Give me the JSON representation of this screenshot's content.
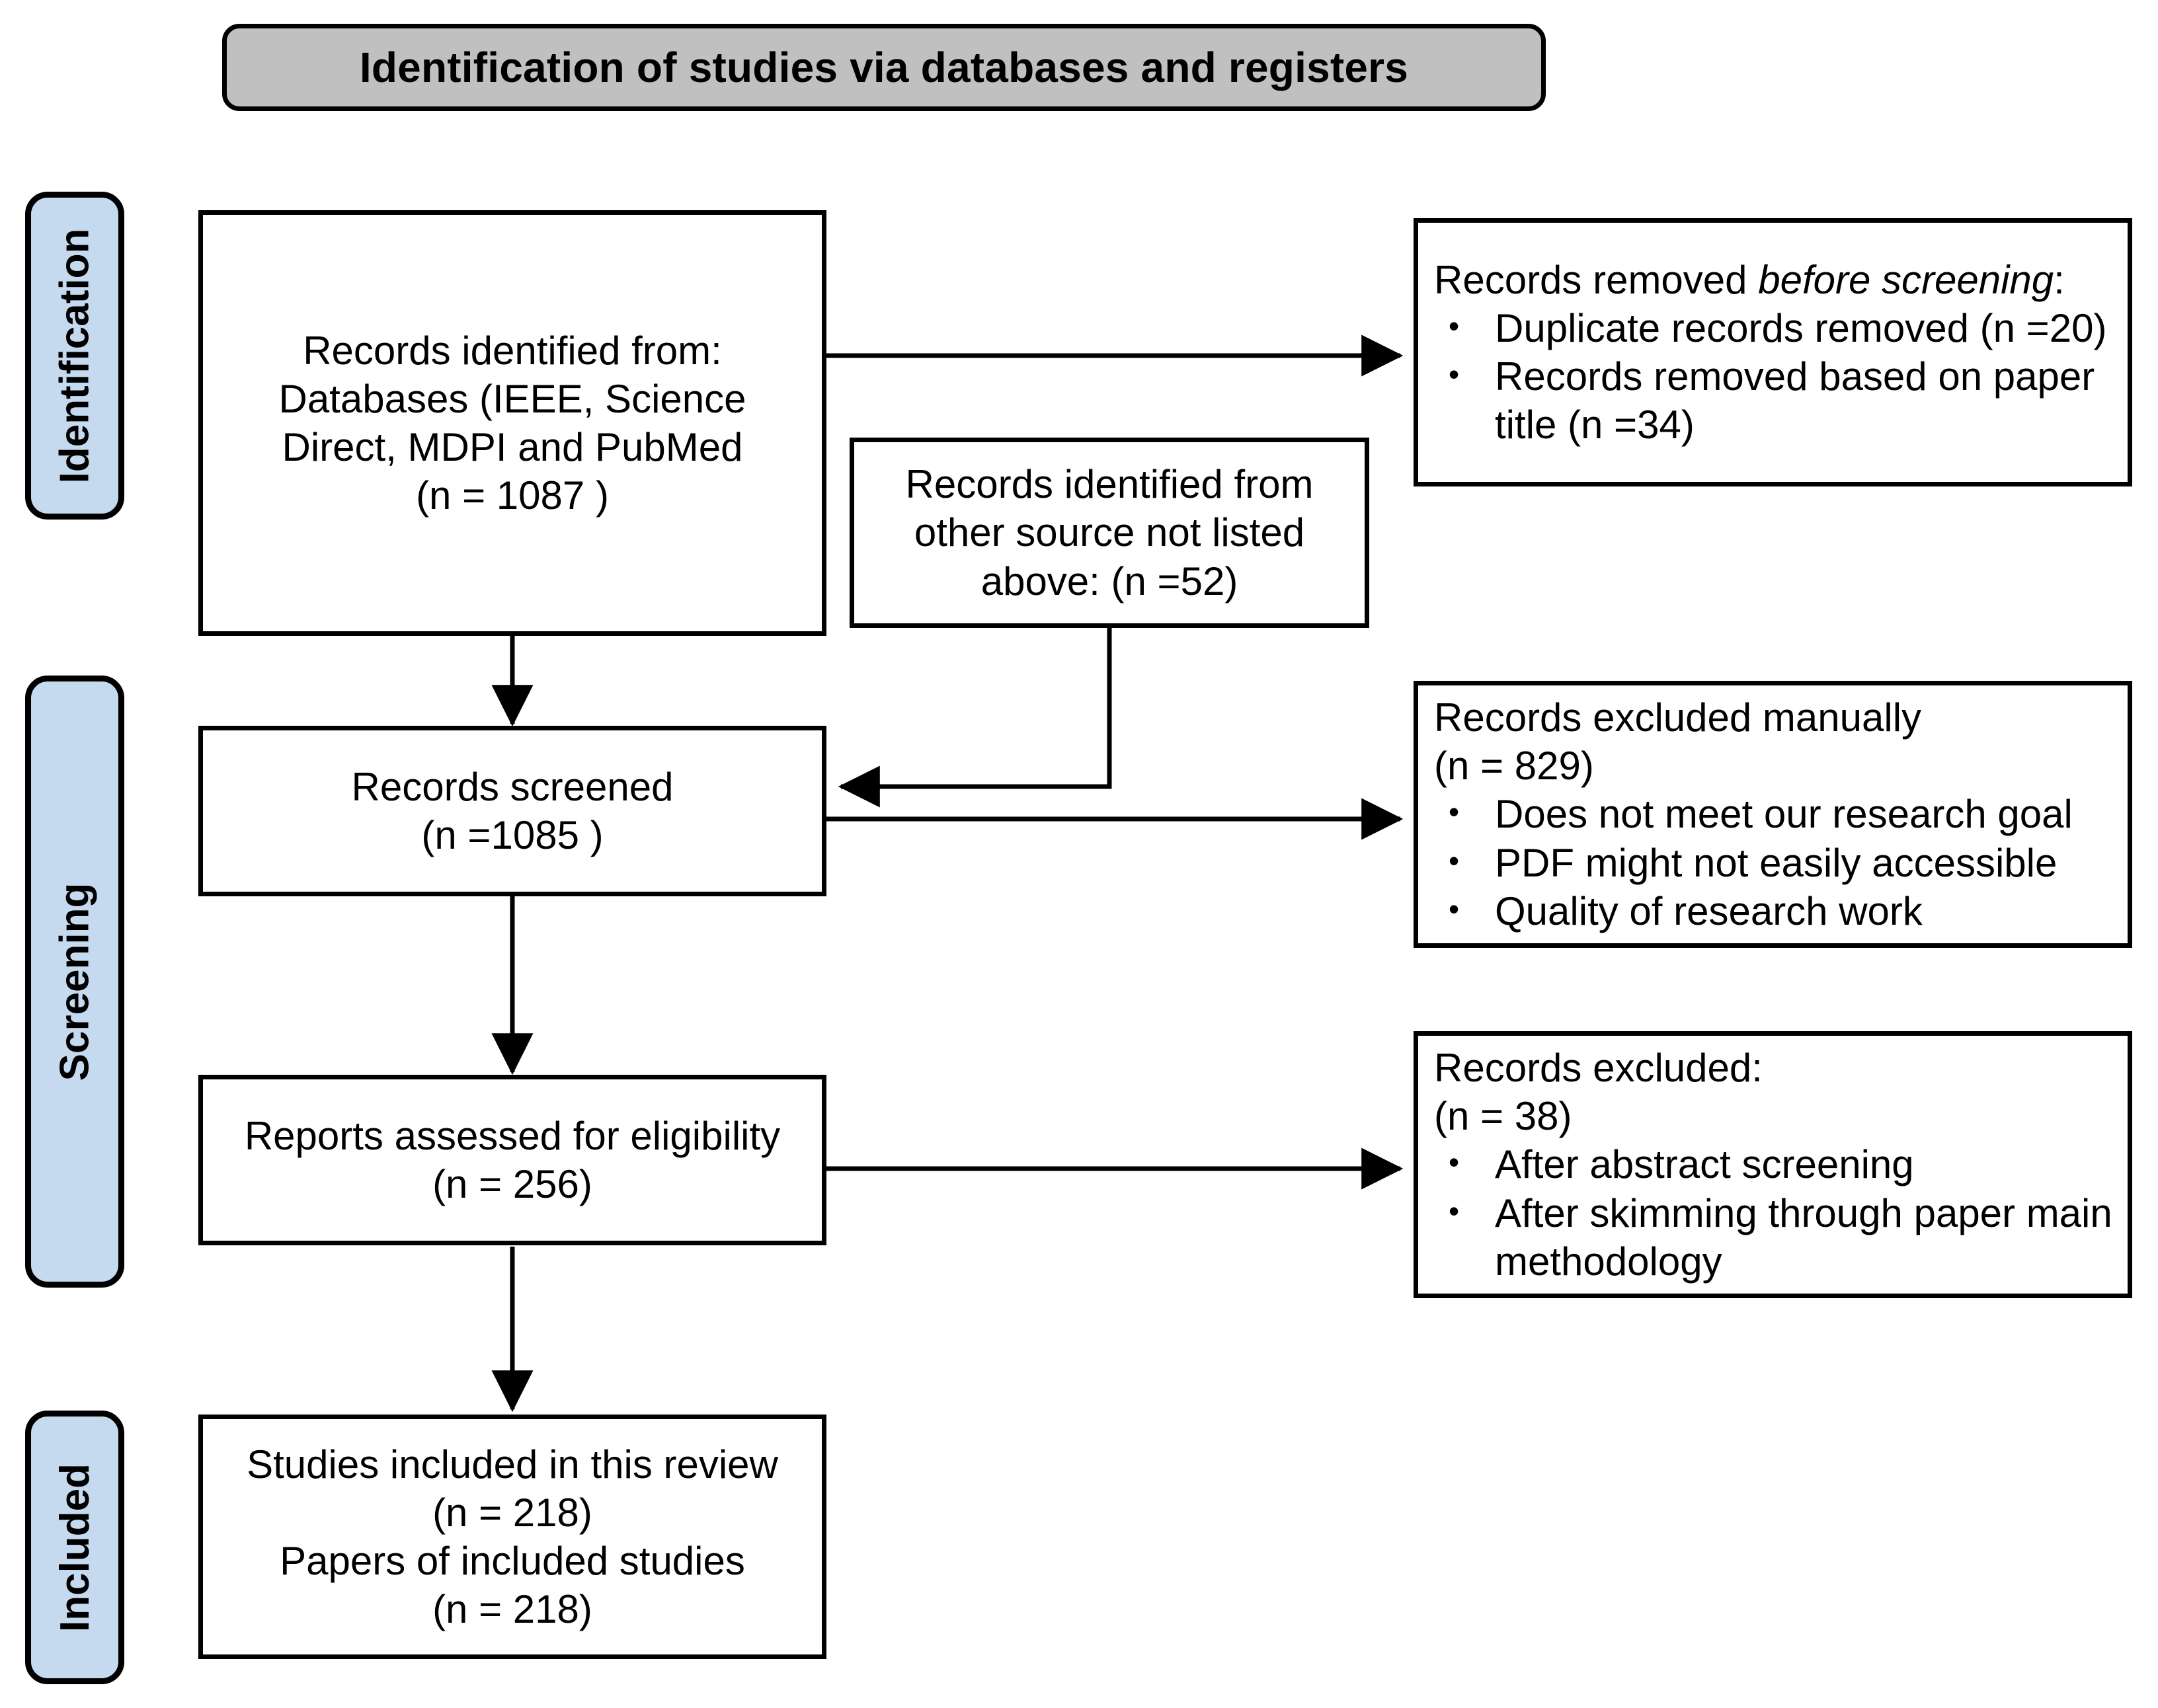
{
  "banner": {
    "title": "Identification of studies via databases and registers"
  },
  "rails": [
    {
      "id": "identification",
      "label": "Identification"
    },
    {
      "id": "screening",
      "label": "Screening"
    },
    {
      "id": "included",
      "label": "Included"
    }
  ],
  "boxes": {
    "records_identified": {
      "lines": [
        "Records identified from:",
        "Databases (IEEE, Science",
        "Direct, MDPI and PubMed",
        "(n = 1087 )"
      ]
    },
    "other_source": {
      "lines": [
        "Records identified from",
        "other source not listed",
        "above: (n =52)"
      ]
    },
    "removed_before_screening": {
      "heading_prefix": "Records removed ",
      "heading_em": "before screening",
      "heading_suffix": ":",
      "bullets": [
        "Duplicate records removed (n =20)",
        "Records removed based on paper title (n =34)"
      ]
    },
    "records_screened": {
      "lines": [
        "Records screened",
        "(n =1085 )"
      ]
    },
    "excluded_manually": {
      "heading": "Records excluded manually",
      "count": "(n = 829)",
      "bullets": [
        "Does not meet our research goal",
        "PDF might not easily accessible",
        "Quality of research work"
      ]
    },
    "reports_assessed": {
      "lines": [
        "Reports assessed for eligibility",
        "(n = 256)"
      ]
    },
    "records_excluded": {
      "heading": "Records excluded:",
      "count": " (n = 38)",
      "bullets": [
        "After abstract screening",
        "After skimming through paper main methodology"
      ]
    },
    "studies_included": {
      "lines": [
        "Studies included in this review",
        "(n = 218)",
        "Papers of included studies",
        "(n = 218)"
      ]
    }
  },
  "colors": {
    "rail_fill": "#c5d9ef",
    "banner_fill": "#c0c0c0",
    "stroke": "#000000",
    "box_fill": "#ffffff"
  }
}
